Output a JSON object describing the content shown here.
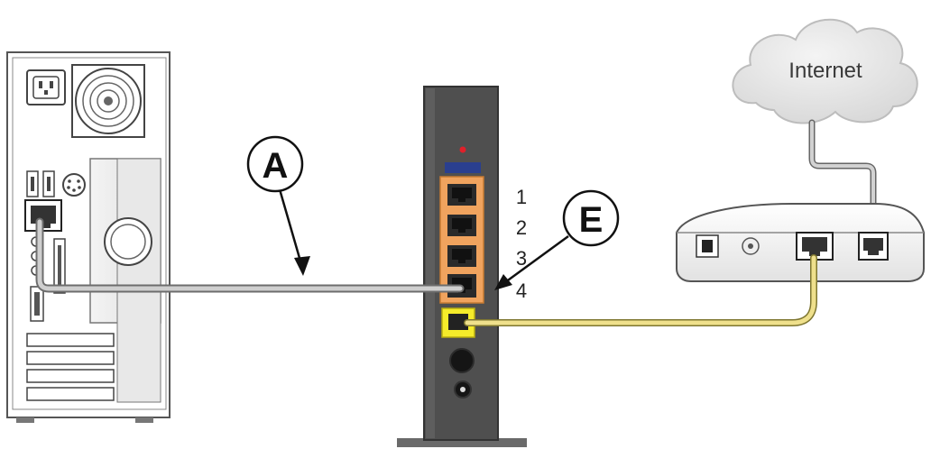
{
  "callouts": {
    "a": "A",
    "e": "E"
  },
  "ports": {
    "p1": "1",
    "p2": "2",
    "p3": "3",
    "p4": "4"
  },
  "cloud": {
    "label": "Internet"
  },
  "colors": {
    "router_body": "#4f4f4f",
    "lan_ports": "#f0a35e",
    "wan_port": "#f5ec2a",
    "cable_yellow": "#efe08c",
    "cable_gray": "#c8c8c8",
    "cloud": "#e3e3e3",
    "led": "#e0202a",
    "router_label": "#2a3f8f"
  }
}
